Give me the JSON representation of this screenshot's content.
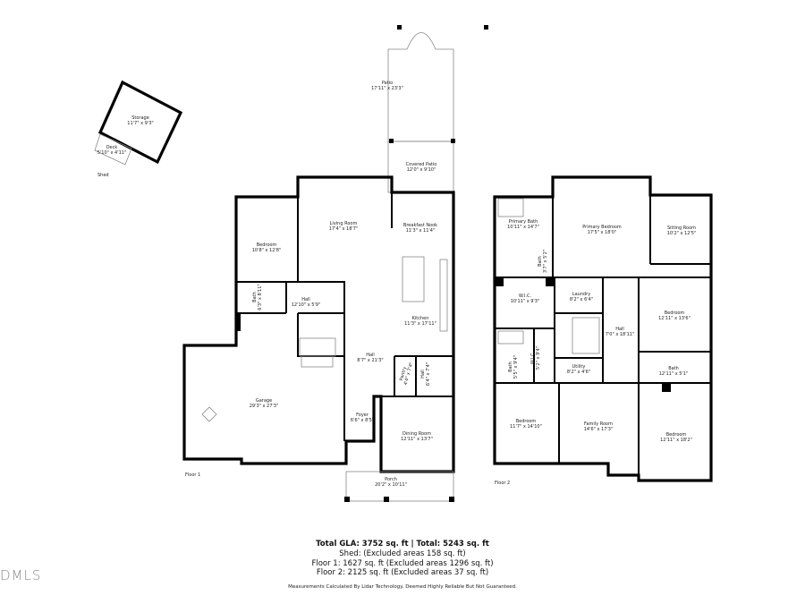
{
  "shed": {
    "label": "Shed",
    "rooms": [
      {
        "name": "Storage",
        "dims": "11'7\" x 9'3\""
      },
      {
        "name": "Deck",
        "dims": "5'10\" x 4'11\""
      }
    ]
  },
  "floor1": {
    "label": "Floor 1",
    "rooms": [
      {
        "name": "Patio",
        "dims": "17'11\" x 23'3\""
      },
      {
        "name": "Covered Patio",
        "dims": "12'0\" x 9'10\""
      },
      {
        "name": "Living Room",
        "dims": "17'4\" x 18'7\""
      },
      {
        "name": "Breakfast Nook",
        "dims": "11'3\" x 11'4\""
      },
      {
        "name": "Bedroom",
        "dims": "10'8\" x 12'8\""
      },
      {
        "name": "Bath",
        "dims": "6'3\" x 8'11\""
      },
      {
        "name": "Hall",
        "dims": "12'10\" x 5'9\""
      },
      {
        "name": "Kitchen",
        "dims": "11'3\" x 17'11\""
      },
      {
        "name": "Hall",
        "dims": "8'7\" x 21'3\""
      },
      {
        "name": "Pantry",
        "dims": "4'4\" x 7'4\""
      },
      {
        "name": "Hall",
        "dims": "6'4\" x 7'4\""
      },
      {
        "name": "Garage",
        "dims": "29'3\" x 27'3\""
      },
      {
        "name": "Foyer",
        "dims": "6'6\" x 8'5\""
      },
      {
        "name": "Dining Room",
        "dims": "12'11\" x 13'7\""
      },
      {
        "name": "Porch",
        "dims": "20'2\" x 10'11\""
      }
    ]
  },
  "floor2": {
    "label": "Floor 2",
    "rooms": [
      {
        "name": "Primary Bath",
        "dims": "10'11\" x 14'7\""
      },
      {
        "name": "Primary Bedroom",
        "dims": "17'5\" x 18'0\""
      },
      {
        "name": "Sitting Room",
        "dims": "10'2\" x 12'5\""
      },
      {
        "name": "Bath",
        "dims": "3'7\" x 5'2\""
      },
      {
        "name": "W.I.C.",
        "dims": "10'11\" x 9'3\""
      },
      {
        "name": "Laundry",
        "dims": "8'2\" x 6'4\""
      },
      {
        "name": "Bedroom",
        "dims": "12'11\" x 13'6\""
      },
      {
        "name": "Hall",
        "dims": "7'0\" x 18'11\""
      },
      {
        "name": "Bath",
        "dims": "5'5\" x 9'4\""
      },
      {
        "name": "W.I.C.",
        "dims": "5'2\" x 9'4\""
      },
      {
        "name": "Utility",
        "dims": "8'2\" x 4'6\""
      },
      {
        "name": "Bath",
        "dims": "12'11\" x 5'1\""
      },
      {
        "name": "Bedroom",
        "dims": "11'7\" x 14'10\""
      },
      {
        "name": "Family Room",
        "dims": "14'6\" x 17'3\""
      },
      {
        "name": "Bedroom",
        "dims": "12'11\" x 18'2\""
      }
    ]
  },
  "summary": {
    "total": "Total GLA: 3752 sq. ft | Total: 5243 sq. ft",
    "shed": "Shed: (Excluded areas 158 sq. ft)",
    "floor1": "Floor 1: 1627 sq. ft (Excluded areas 1296 sq. ft)",
    "floor2": "Floor 2: 2125 sq. ft (Excluded areas 37 sq. ft)",
    "disclaimer": "Measurements Calculated By Lidar Technology. Deemed Highly Reliable But Not Guaranteed."
  },
  "logo": "DMLS"
}
